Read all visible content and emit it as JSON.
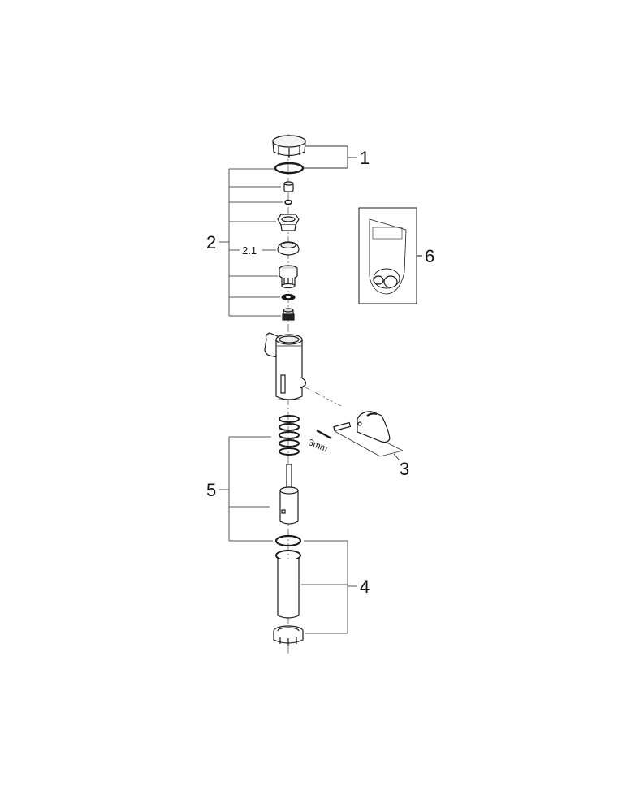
{
  "diagram": {
    "type": "exploded-parts-diagram",
    "colors": {
      "line": "#1a1a1a",
      "leader": "#555555",
      "fill": "#ffffff",
      "shade": "#d8d8d8"
    },
    "callouts": [
      {
        "id": "1",
        "label": "1",
        "part": "cap-and-o-ring"
      },
      {
        "id": "2",
        "label": "2",
        "part": "valve-cartridge-stack"
      },
      {
        "id": "2.1",
        "label": "2.1",
        "part": "seal-cone"
      },
      {
        "id": "3",
        "label": "3",
        "part": "lever-handle-with-pin"
      },
      {
        "id": "4",
        "label": "4",
        "part": "tube-with-o-rings-and-nut"
      },
      {
        "id": "5",
        "label": "5",
        "part": "spring-and-piston"
      },
      {
        "id": "6",
        "label": "6",
        "part": "seal-kit-bag"
      }
    ],
    "annotations": [
      {
        "id": "hex-key-size",
        "text": "3mm"
      }
    ]
  }
}
